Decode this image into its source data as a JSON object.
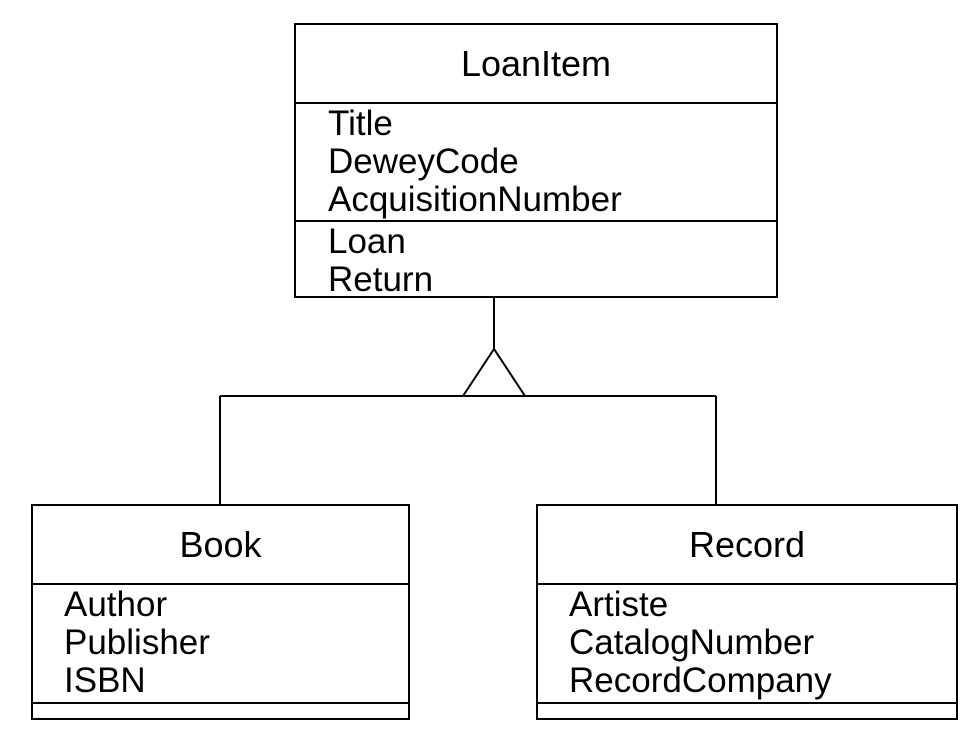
{
  "diagram": {
    "classes": {
      "loanitem": {
        "name": "LoanItem",
        "attributes": [
          "Title",
          "DeweyCode",
          "AcquisitionNumber"
        ],
        "operations": [
          "Loan",
          "Return"
        ]
      },
      "book": {
        "name": "Book",
        "attributes": [
          "Author",
          "Publisher",
          "ISBN"
        ],
        "operations": []
      },
      "record": {
        "name": "Record",
        "attributes": [
          "Artiste",
          "CatalogNumber",
          "RecordCompany"
        ],
        "operations": []
      }
    },
    "relationships": [
      {
        "type": "generalization",
        "child": "Book",
        "parent": "LoanItem"
      },
      {
        "type": "generalization",
        "child": "Record",
        "parent": "LoanItem"
      }
    ],
    "colors": {
      "line": "#000000",
      "background": "#ffffff"
    }
  }
}
